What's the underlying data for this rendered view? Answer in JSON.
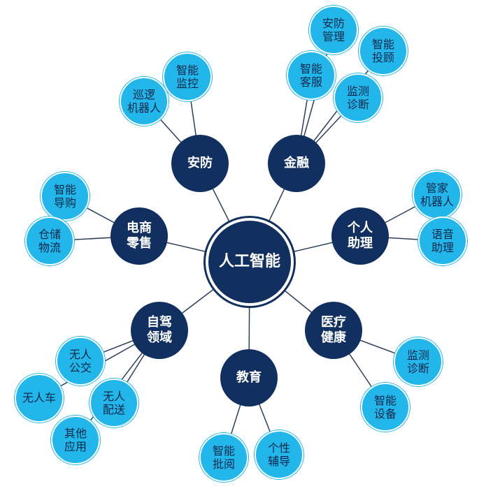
{
  "colors": {
    "center": "#12305f",
    "category": "#12305f",
    "leaf": "#22b6ea",
    "edge": "#2d3f5c"
  },
  "center": {
    "label": "人工智能"
  },
  "categories": [
    {
      "id": "anfang",
      "label": "安防"
    },
    {
      "id": "jinrong",
      "label": "金融"
    },
    {
      "id": "dianshang",
      "label": "电商\n零售"
    },
    {
      "id": "geren",
      "label": "个人\n助理"
    },
    {
      "id": "zijia",
      "label": "自驾\n领域"
    },
    {
      "id": "yiliao",
      "label": "医疗\n健康"
    },
    {
      "id": "jiaoyu",
      "label": "教育"
    }
  ],
  "leaves": [
    {
      "id": "xunluo",
      "label": "巡逻\n机器人",
      "parent": "anfang"
    },
    {
      "id": "znjk",
      "label": "智能\n监控",
      "parent": "anfang"
    },
    {
      "id": "afgl",
      "label": "安防\n管理",
      "parent": "jinrong"
    },
    {
      "id": "zntg",
      "label": "智能\n投顾",
      "parent": "jinrong"
    },
    {
      "id": "znkf",
      "label": "智能\n客服",
      "parent": "jinrong"
    },
    {
      "id": "jczd1",
      "label": "监测\n诊断",
      "parent": "jinrong"
    },
    {
      "id": "zndg",
      "label": "智能\n导购",
      "parent": "dianshang"
    },
    {
      "id": "ccwl",
      "label": "仓储\n物流",
      "parent": "dianshang"
    },
    {
      "id": "gjjqr",
      "label": "管家\n机器人",
      "parent": "geren"
    },
    {
      "id": "yyzl",
      "label": "语音\n助理",
      "parent": "geren"
    },
    {
      "id": "wrgj",
      "label": "无人\n公交",
      "parent": "zijia"
    },
    {
      "id": "wrc",
      "label": "无人车",
      "parent": "zijia"
    },
    {
      "id": "wrps",
      "label": "无人\n配送",
      "parent": "zijia"
    },
    {
      "id": "qtyy",
      "label": "其他\n应用",
      "parent": "zijia"
    },
    {
      "id": "jczd2",
      "label": "监测\n诊断",
      "parent": "yiliao"
    },
    {
      "id": "znsb",
      "label": "智能\n设备",
      "parent": "yiliao"
    },
    {
      "id": "znpy",
      "label": "智能\n批阅",
      "parent": "jiaoyu"
    },
    {
      "id": "gxfd",
      "label": "个性\n辅导",
      "parent": "jiaoyu"
    }
  ]
}
